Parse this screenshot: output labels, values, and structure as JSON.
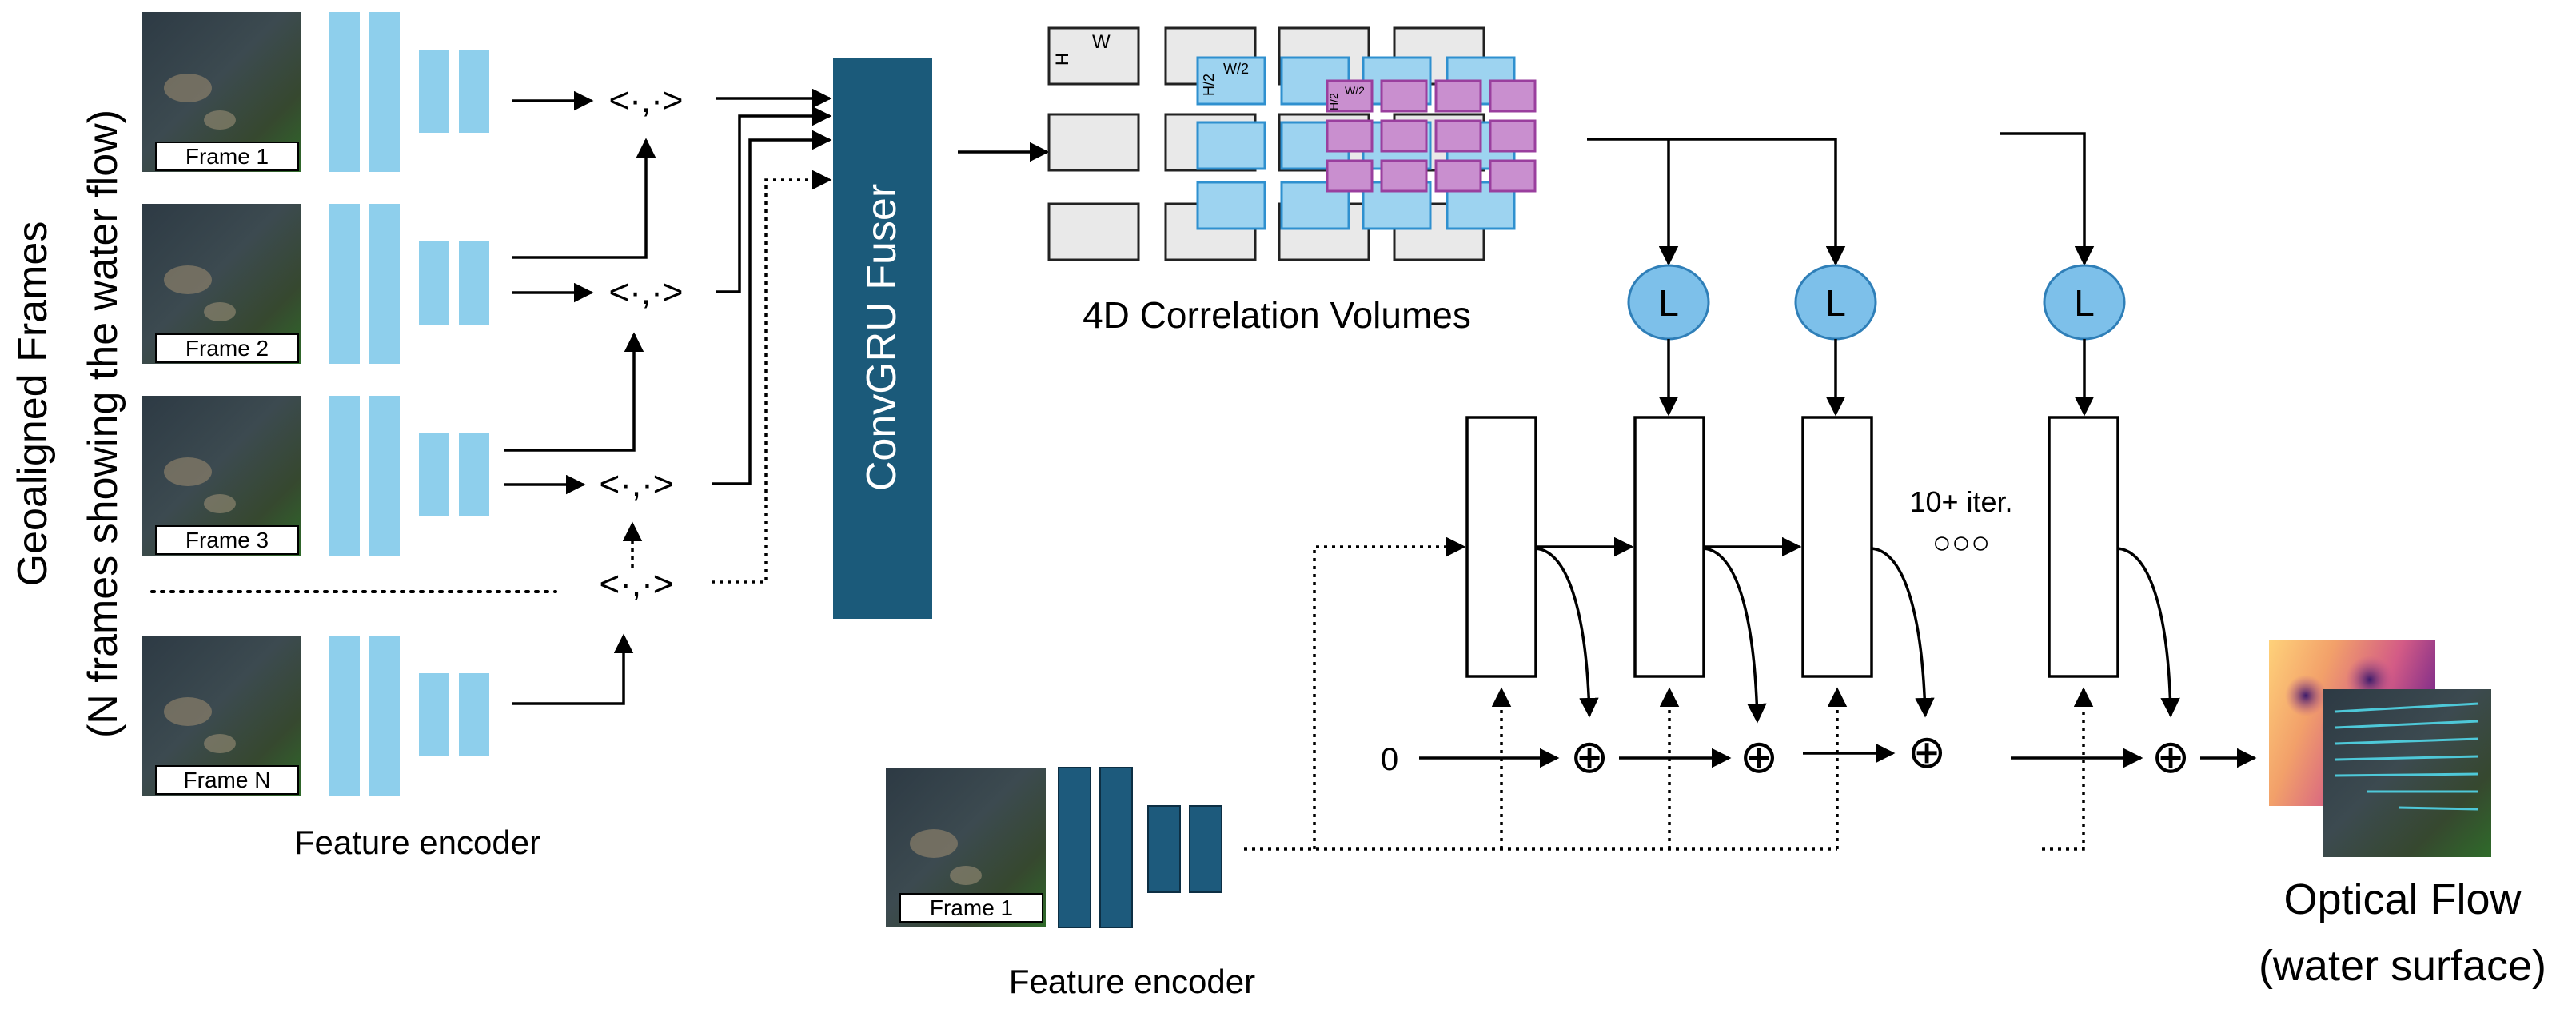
{
  "side_title": {
    "line1": "Geoaligned Frames",
    "line2": "(N frames showing the water flow)"
  },
  "frames": [
    {
      "label": "Frame 1"
    },
    {
      "label": "Frame 2"
    },
    {
      "label": "Frame 3"
    },
    {
      "label": "Frame N"
    }
  ],
  "correlation_symbol": "<·,·>",
  "fuser": {
    "label": "ConvGRU Fuser"
  },
  "encoder_label_left": "Feature encoder",
  "encoder_label_bottom": "Feature encoder",
  "reference_frame": {
    "label": "Frame 1"
  },
  "volumes": {
    "title": "4D Correlation Volumes",
    "h": "H",
    "w": "W",
    "h2": "H/2",
    "w2": "W/2"
  },
  "lookup": {
    "label": "L"
  },
  "initial_flow": "0",
  "iter_label": "10+ iter.",
  "ellipsis": "○○○",
  "plus": "⊕",
  "output": {
    "line1": "Optical Flow",
    "line2": "(water surface)"
  },
  "colors": {
    "encoder_light": "#8ecfec",
    "encoder_dark": "#1d5a7c",
    "fuser": "#1b5a7a",
    "lookup_fill": "#7dc0ea",
    "lookup_stroke": "#2f7fb8",
    "volume_gray": "#e9e9e9",
    "volume_blue": "#9dd3f0",
    "volume_magenta": "#c98fcf"
  }
}
